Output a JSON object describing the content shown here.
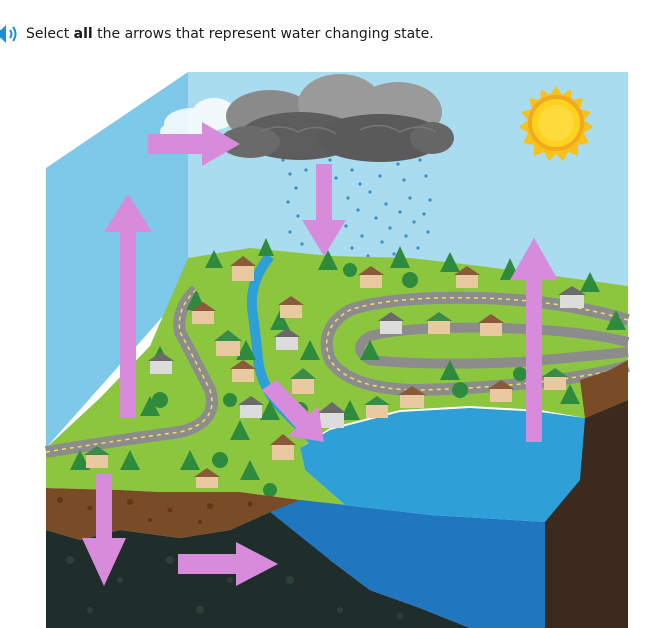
{
  "prompt": {
    "before": "Select ",
    "bold": "all",
    "after": " the arrows that represent water changing state."
  },
  "icons": {
    "audio": "speaker-icon",
    "sun": "sun-icon",
    "cloud": "rain-cloud-icon"
  },
  "colors": {
    "arrow": "#d88adb",
    "sky": "#a9dcef",
    "back_wall": "#7ec8e9",
    "land": "#8cc63f",
    "water": "#2f9fd8",
    "water_deep": "#1f77c0",
    "soil": "#7a4b27",
    "bedrock": "#1f2e2a",
    "road": "#8c8c8c",
    "speaker": "#1a8fd6"
  }
}
